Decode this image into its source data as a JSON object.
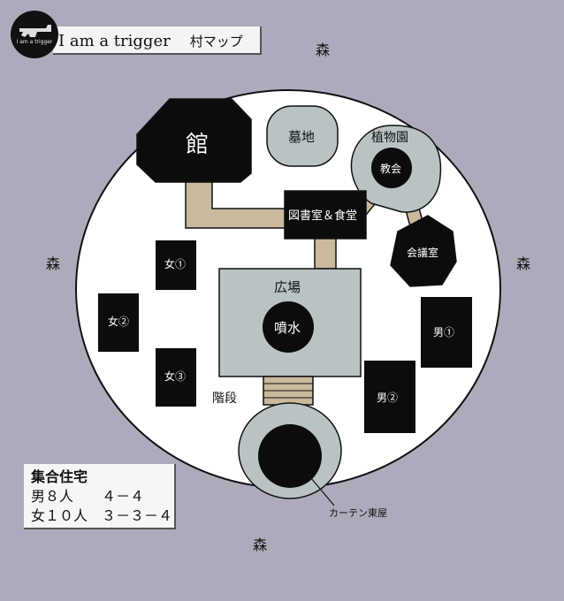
{
  "header": {
    "title": "I am a trigger",
    "subtitle": "村マップ",
    "logo_text": "I am a trigger"
  },
  "forest_labels": {
    "top": "森",
    "left": "森",
    "right": "森",
    "bottom": "森"
  },
  "buildings": {
    "mansion": "館",
    "graveyard": "墓地",
    "botanical_garden": "植物園",
    "church": "教会",
    "library_dining": "図書室＆食堂",
    "meeting_room": "会議室",
    "plaza": "広場",
    "fountain": "噴水",
    "stairs": "階段",
    "women_1": "女①",
    "women_2": "女②",
    "women_3": "女③",
    "men_1": "男①",
    "men_2": "男②",
    "curtain_pavilion": "カーテン東屋"
  },
  "legend": {
    "title": "集合住宅",
    "men": "男８人　　４－４",
    "women": "女１０人　３－３－４"
  },
  "colors": {
    "background": "#aeaabb",
    "island": "#ffffff",
    "building_black": "#0c0c0c",
    "plaza_gray": "#b9c3c4",
    "path_tan": "#c9b99d"
  }
}
